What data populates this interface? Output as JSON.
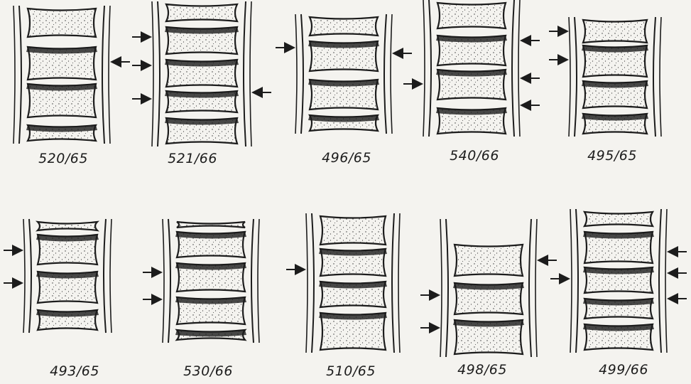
{
  "figure": {
    "specimens": [
      {
        "label": "520/65"
      },
      {
        "label": "521/66"
      },
      {
        "label": "496/65"
      },
      {
        "label": "540/66"
      },
      {
        "label": "495/65"
      },
      {
        "label": "493/65"
      },
      {
        "label": "530/66"
      },
      {
        "label": "510/65"
      },
      {
        "label": "498/65"
      },
      {
        "label": "499/66"
      }
    ]
  },
  "colors": {
    "ink": "#1c1c1c",
    "paper": "#f4f3ef"
  }
}
